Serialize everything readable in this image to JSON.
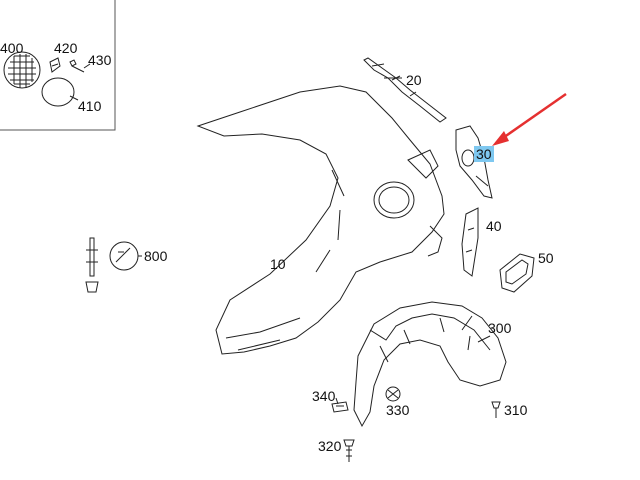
{
  "callouts": {
    "p400": "400",
    "p420": "420",
    "p430": "430",
    "p410": "410",
    "p20": "20",
    "p30": "30",
    "p10": "10",
    "p40": "40",
    "p50": "50",
    "p800": "800",
    "p300": "300",
    "p340": "340",
    "p330": "330",
    "p310": "310",
    "p320": "320"
  },
  "highlight": {
    "part": "30",
    "color": "#7ec8f0",
    "arrow_color": "#e53030"
  }
}
